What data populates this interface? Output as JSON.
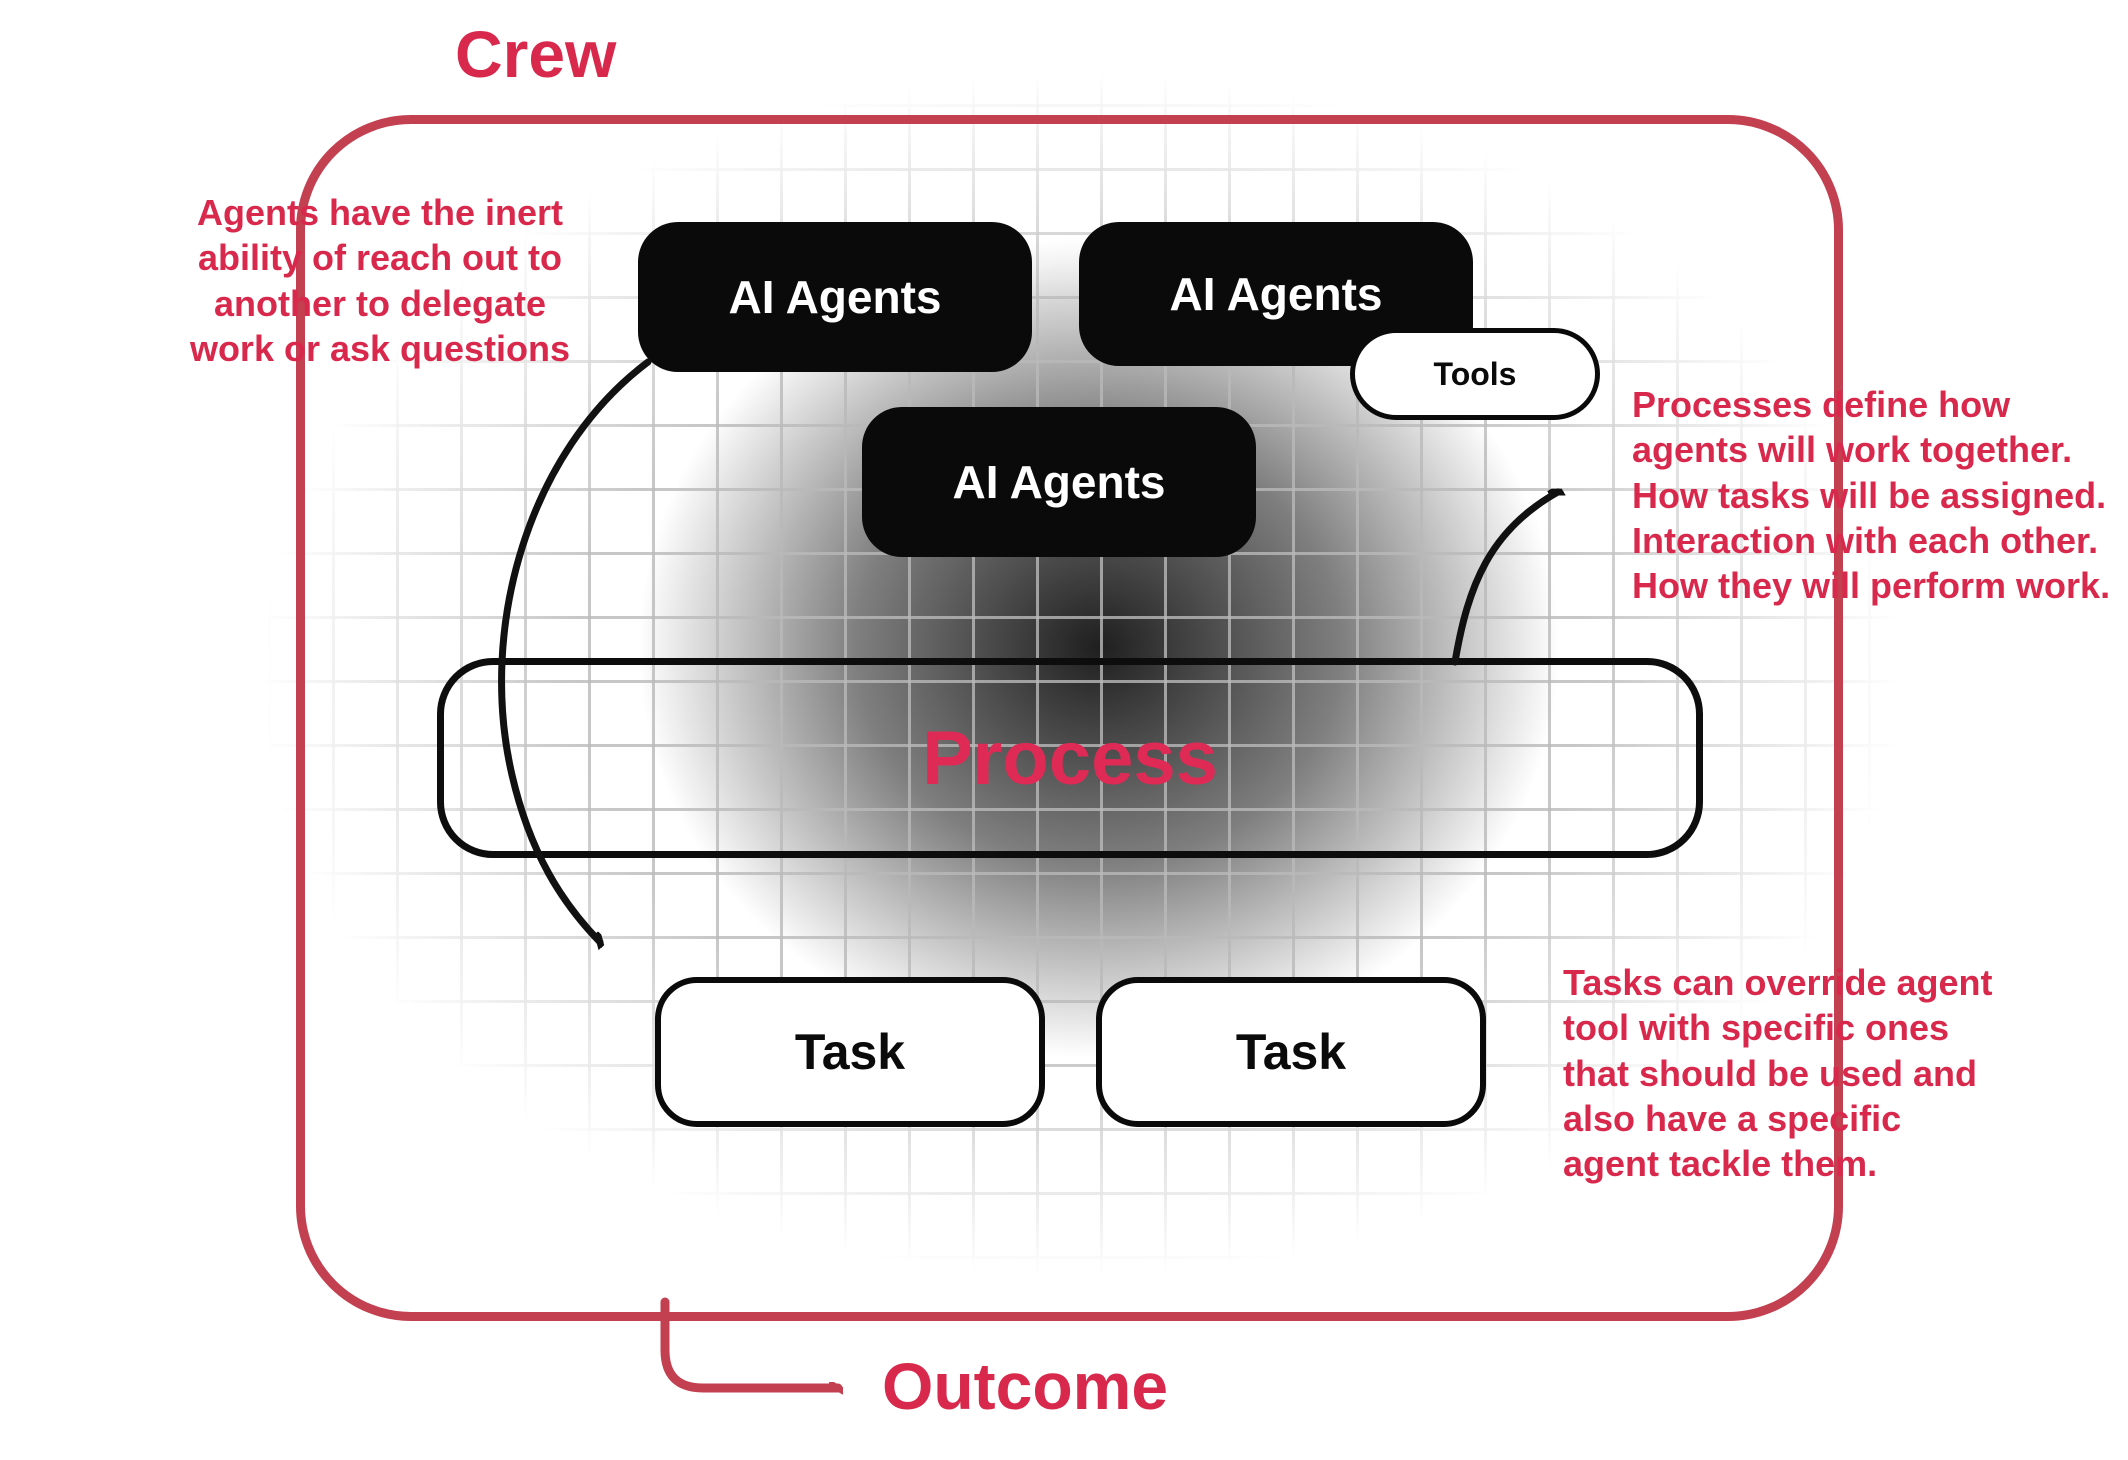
{
  "title": "Crew",
  "outcome": "Outcome",
  "nodes": {
    "agent1": "AI Agents",
    "agent2": "AI Agents",
    "agent3": "AI Agents",
    "tools": "Tools",
    "process": "Process",
    "task1": "Task",
    "task2": "Task"
  },
  "annotations": {
    "left": "Agents have the inert\nability of reach out to\nanother to delegate\nwork or ask questions",
    "process": "Processes define how\nagents will work together.\nHow tasks will be assigned.\nInteraction with each other.\nHow they will perform work.",
    "tasks": "Tasks can override agent\ntool with specific ones\nthat should be used and\nalso have a specific\nagent tackle them."
  },
  "colors": {
    "accent_text": "#d8294d",
    "frame_border": "#c2404f",
    "process_label": "#e02a56",
    "node_black": "#0a0a0a",
    "node_white": "#ffffff",
    "arrow_black": "#111111"
  }
}
